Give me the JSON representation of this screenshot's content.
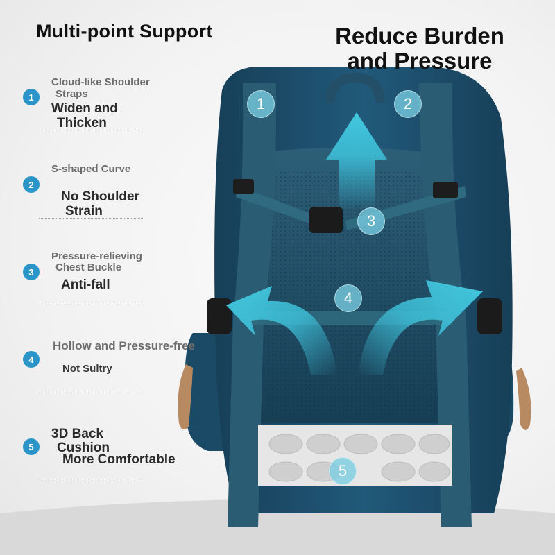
{
  "header": {
    "left_title": "Multi-point Support",
    "right_title_line1": "Reduce Burden",
    "right_title_line2": "and Pressure"
  },
  "features": [
    {
      "number": "1",
      "sub_line1": "Cloud-like Shoulder",
      "sub_line2": "Straps",
      "big_line1": "Widen and",
      "big_line2": "Thicken"
    },
    {
      "number": "2",
      "sub_line1": "S-shaped Curve",
      "big_line1": "No Shoulder",
      "big_line2": "Strain"
    },
    {
      "number": "3",
      "sub_line1": "Pressure-relieving",
      "sub_line2": "Chest Buckle",
      "big_line1": "Anti-fall"
    },
    {
      "number": "4",
      "sub_line1": "Hollow and Pressure-free",
      "big_line1": "Not Sultry"
    },
    {
      "number": "5",
      "big_line1": "3D Back",
      "big_line2": "Cushion",
      "big_line3": "More Comfortable"
    }
  ],
  "markers": [
    "1",
    "2",
    "3",
    "4",
    "5"
  ],
  "colors": {
    "badge": "#2b95c9",
    "bag_body": "#1e5472",
    "bag_strap": "#2a5d74",
    "mesh_panel": "#1c4a63",
    "arrow": "#3ec3dc",
    "cushion": "#d8d8d8"
  }
}
